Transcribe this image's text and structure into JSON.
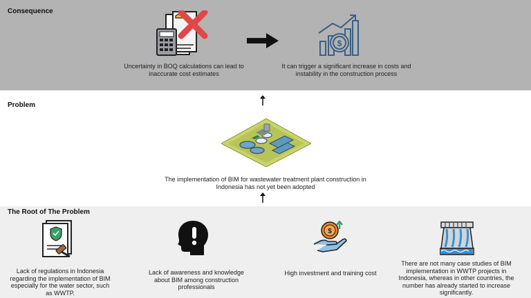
{
  "consequence": {
    "title": "Consequence",
    "left_text": "Uncertainty in BOQ calculations can lead to inaccurate cost estimates",
    "right_text": "It can trigger a significant increase in costs and instability in the construction process"
  },
  "problem": {
    "title": "Problem",
    "text": "The implementation of BIM  for wastewater treatment plant construction in Indonesia has not yet been adopted"
  },
  "root": {
    "title": "The Root of The Problem",
    "items": [
      {
        "text": "Lack of regulations in Indonesia regarding the implementation of BIM especially for the water sector, such as WWTP.",
        "icon": "regulation-document-icon"
      },
      {
        "text": "Lack of awareness and knowledge about BIM among construction professionals",
        "icon": "head-exclamation-icon"
      },
      {
        "text": "High investment and training cost",
        "icon": "hand-coin-icon"
      },
      {
        "text": "There are not many case studies of BIM implementation in WWTP projects in Indonesia, whereas in other countries, the number has already started to increase significantly.",
        "icon": "dam-icon"
      }
    ]
  },
  "colors": {
    "consequence_bg": "#b3b3b3",
    "root_bg": "#efefef",
    "accent_red": "#e04848",
    "icon_blue": "#3a5f86"
  }
}
